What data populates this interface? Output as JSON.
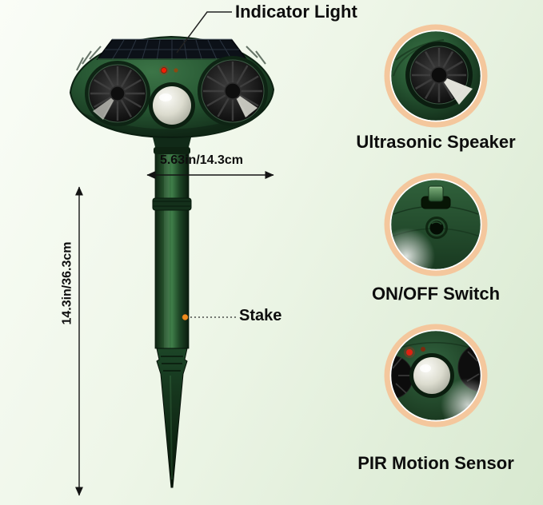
{
  "annotations": {
    "indicator_light": "Indicator Light",
    "width_dimension": "5.63in/14.3cm",
    "height_dimension": "14.3in/36.3cm",
    "stake": "Stake"
  },
  "callouts": [
    {
      "id": "ultrasonic-speaker",
      "label": "Ultrasonic Speaker"
    },
    {
      "id": "on-off-switch",
      "label": "ON/OFF Switch"
    },
    {
      "id": "pir-motion-sensor",
      "label": "PIR Motion Sensor"
    }
  ],
  "colors": {
    "background_top": "#fafdf7",
    "background_bottom": "#d8e9d0",
    "device_green": "#20492c",
    "callout_ring": "#f4c79d",
    "label_text": "#0d0d0d",
    "indicator_red": "#ef1f05",
    "stake_dot_orange": "#ef8c1e"
  }
}
